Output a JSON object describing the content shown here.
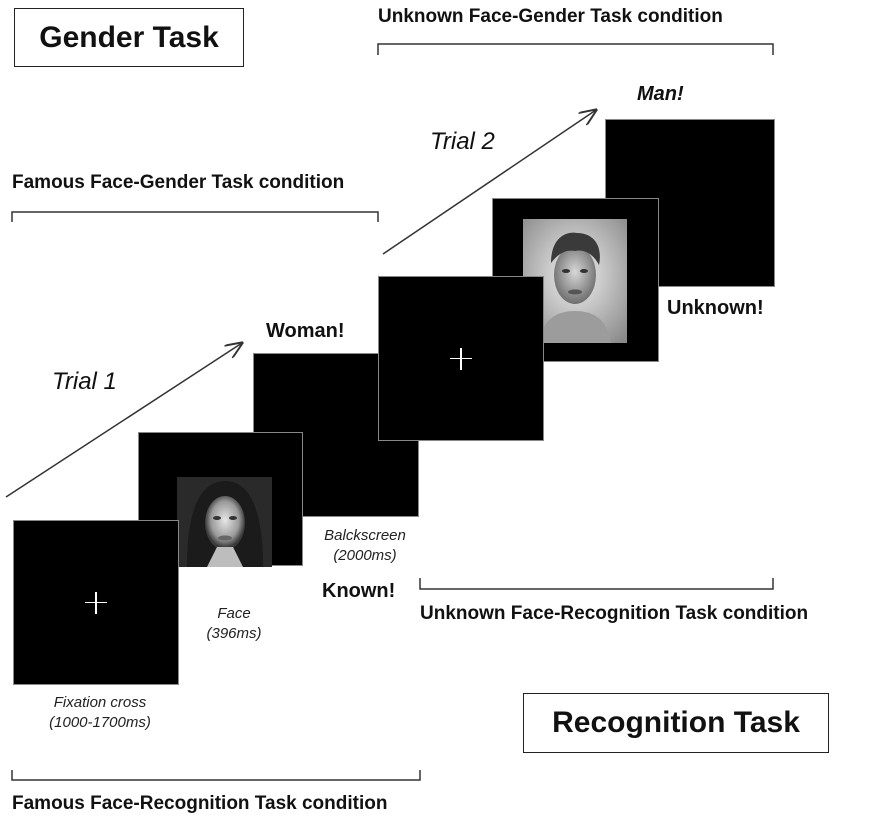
{
  "titles": {
    "gender_task": "Gender Task",
    "recognition_task": "Recognition Task"
  },
  "conditions": {
    "unknown_gender": "Unknown Face-Gender Task condition",
    "famous_gender": "Famous Face-Gender Task condition",
    "unknown_recognition": "Unknown Face-Recognition Task condition",
    "famous_recognition": "Famous Face-Recognition Task condition"
  },
  "trials": {
    "trial1": "Trial 1",
    "trial2": "Trial 2"
  },
  "responses": {
    "woman": "Woman!",
    "man": "Man!",
    "known": "Known!",
    "unknown": "Unknown!"
  },
  "captions": {
    "fixation_line1": "Fixation cross",
    "fixation_line2": "(1000-1700ms)",
    "face_line1": "Face",
    "face_line2": "(396ms)",
    "black_line1": "Balckscreen",
    "black_line2": "(2000ms)"
  },
  "colors": {
    "screen": "#000000",
    "line": "#333333"
  }
}
